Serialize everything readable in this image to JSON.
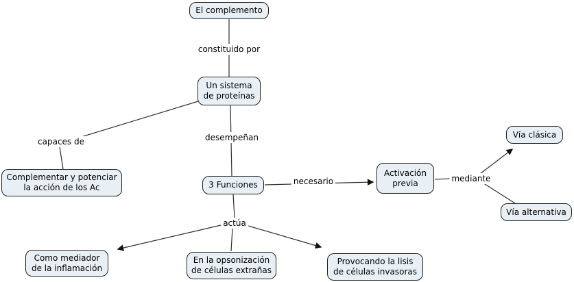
{
  "nodes": {
    "el_complemento": {
      "text": "El complemento"
    },
    "un_sistema": {
      "text": "Un sistema\nde proteínas"
    },
    "complementar": {
      "text": "Complementar y potenciar\nla acción de los Ac"
    },
    "tres_funciones": {
      "text": "3 Funciones"
    },
    "activacion_previa": {
      "text": "Activación\nprevia"
    },
    "via_clasica": {
      "text": "Vía clásica"
    },
    "via_alternativa": {
      "text": "Vía alternativa"
    },
    "como_mediador": {
      "text": "Como mediador\nde la inflamación"
    },
    "opsonizacion": {
      "text": "En la opsonización\nde células extrañas"
    },
    "provocando": {
      "text": "Provocando la lisis\nde células invasoras"
    }
  },
  "link_labels": {
    "constituido_por": "constituido por",
    "capaces_de": "capaces de",
    "desempenan": "desempeñan",
    "necesario": "necesario",
    "mediante": "mediante",
    "actua": "actúa"
  },
  "colors": {
    "canvas_bg": "#ffffff",
    "node_fill": "#e9f0f5",
    "node_border": "#1f1f1f",
    "line": "#2e2e2e",
    "arrowhead": "#111111",
    "text": "#000000"
  }
}
